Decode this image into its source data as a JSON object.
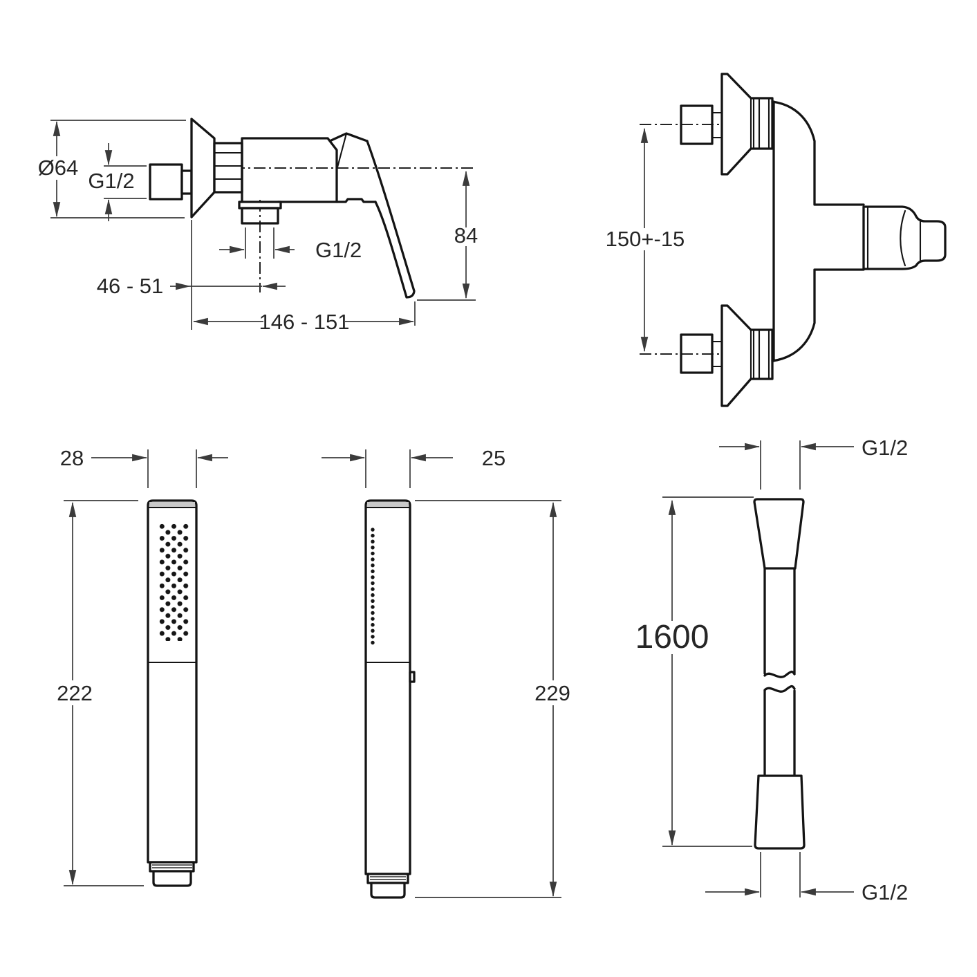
{
  "drawing": {
    "background": "#ffffff",
    "line_color": "#141414",
    "dimension_color": "#3b3b3b",
    "views": {
      "mixer_side": {
        "name": "shower-mixer-side-view",
        "labels": {
          "escutcheon_diameter": "Ø64",
          "inlet_thread": "G1/2",
          "outlet_thread": "G1/2",
          "wall_to_outlet": "46 - 51",
          "overall_depth": "146 - 151",
          "handle_drop": "84"
        }
      },
      "mixer_front": {
        "name": "shower-mixer-front-view",
        "labels": {
          "inlet_centers": "150+-15"
        }
      },
      "handshower_front": {
        "name": "hand-shower-front-view",
        "labels": {
          "width": "28",
          "length": "222"
        }
      },
      "handshower_side": {
        "name": "hand-shower-side-view",
        "labels": {
          "width": "25",
          "length": "229"
        }
      },
      "hose": {
        "name": "shower-hose-view",
        "labels": {
          "top_thread": "G1/2",
          "length": "1600",
          "bottom_thread": "G1/2"
        }
      }
    }
  }
}
